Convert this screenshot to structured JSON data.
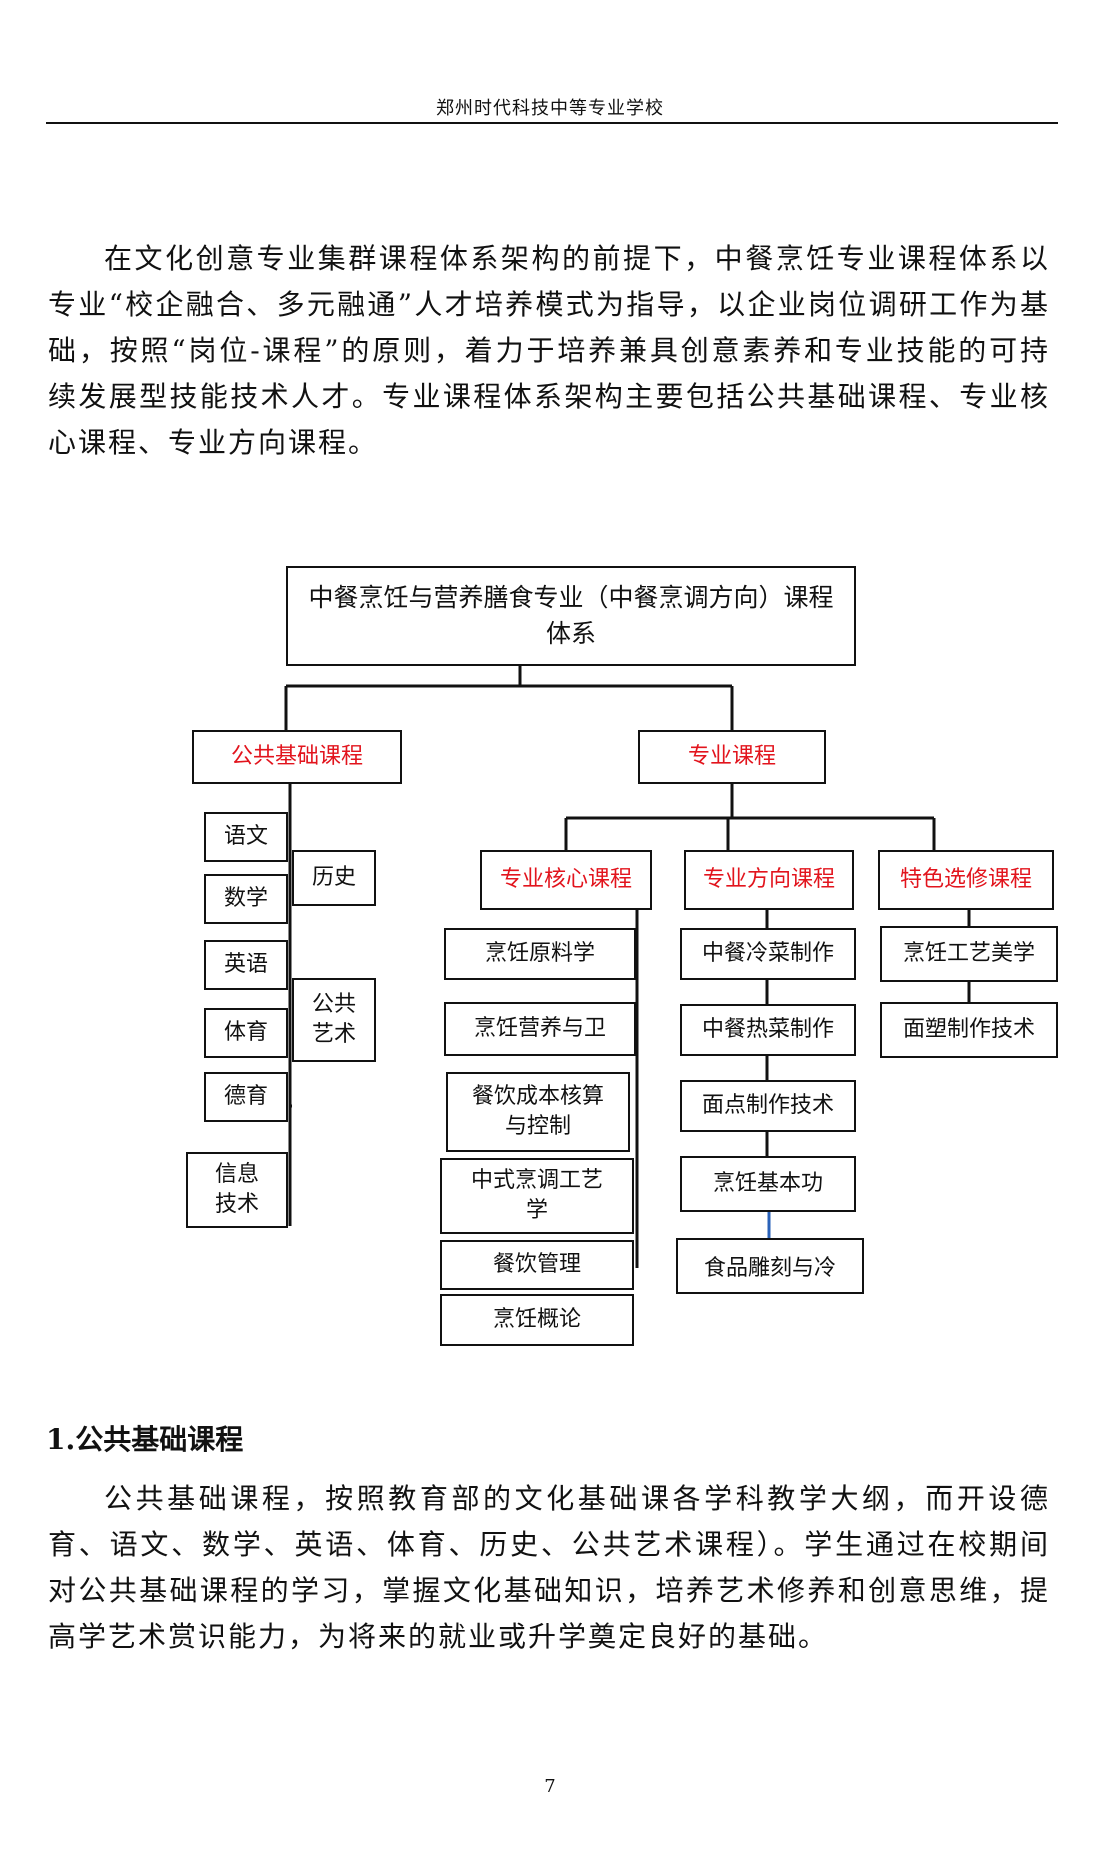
{
  "header": {
    "school": "郑州时代科技中等专业学校"
  },
  "intro_paragraph": "在文化创意专业集群课程体系架构的前提下，中餐烹饪专业课程体系以专业“校企融合、多元融通”人才培养模式为指导，以企业岗位调研工作为基础，按照“岗位-课程”的原则，着力于培养兼具创意素养和专业技能的可持续发展型技能技术人才。专业课程体系架构主要包括公共基础课程、专业核心课程、专业方向课程。",
  "diagram": {
    "root": "中餐烹饪与营养膳食专业（中餐烹调方向）课程体系",
    "accent_color": "#e2141d",
    "public": {
      "title": "公共基础课程",
      "left": [
        "语文",
        "数学",
        "英语",
        "体育",
        "德育",
        "信息技术"
      ],
      "right": [
        "历史",
        "公共艺术"
      ]
    },
    "professional": {
      "title": "专业课程",
      "core": {
        "title": "专业核心课程",
        "items": [
          "烹饪原料学",
          "烹饪营养与卫",
          "餐饮成本核算与控制",
          "中式烹调工艺学",
          "餐饮管理",
          "烹饪概论"
        ]
      },
      "direction": {
        "title": "专业方向课程",
        "items": [
          "中餐冷菜制作",
          "中餐热菜制作",
          "面点制作技术",
          "烹饪基本功",
          "食品雕刻与冷"
        ]
      },
      "elective": {
        "title": "特色选修课程",
        "items": [
          "烹饪工艺美学",
          "面塑制作技术"
        ]
      }
    }
  },
  "section1": {
    "heading": "1.公共基础课程",
    "paragraph": "公共基础课程，按照教育部的文化基础课各学科教学大纲，而开设德育、语文、数学、英语、体育、历史、公共艺术课程）。学生通过在校期间对公共基础课程的学习，掌握文化基础知识，培养艺术修养和创意思维，提高学艺术赏识能力，为将来的就业或升学奠定良好的基础。"
  },
  "page_number": "7"
}
